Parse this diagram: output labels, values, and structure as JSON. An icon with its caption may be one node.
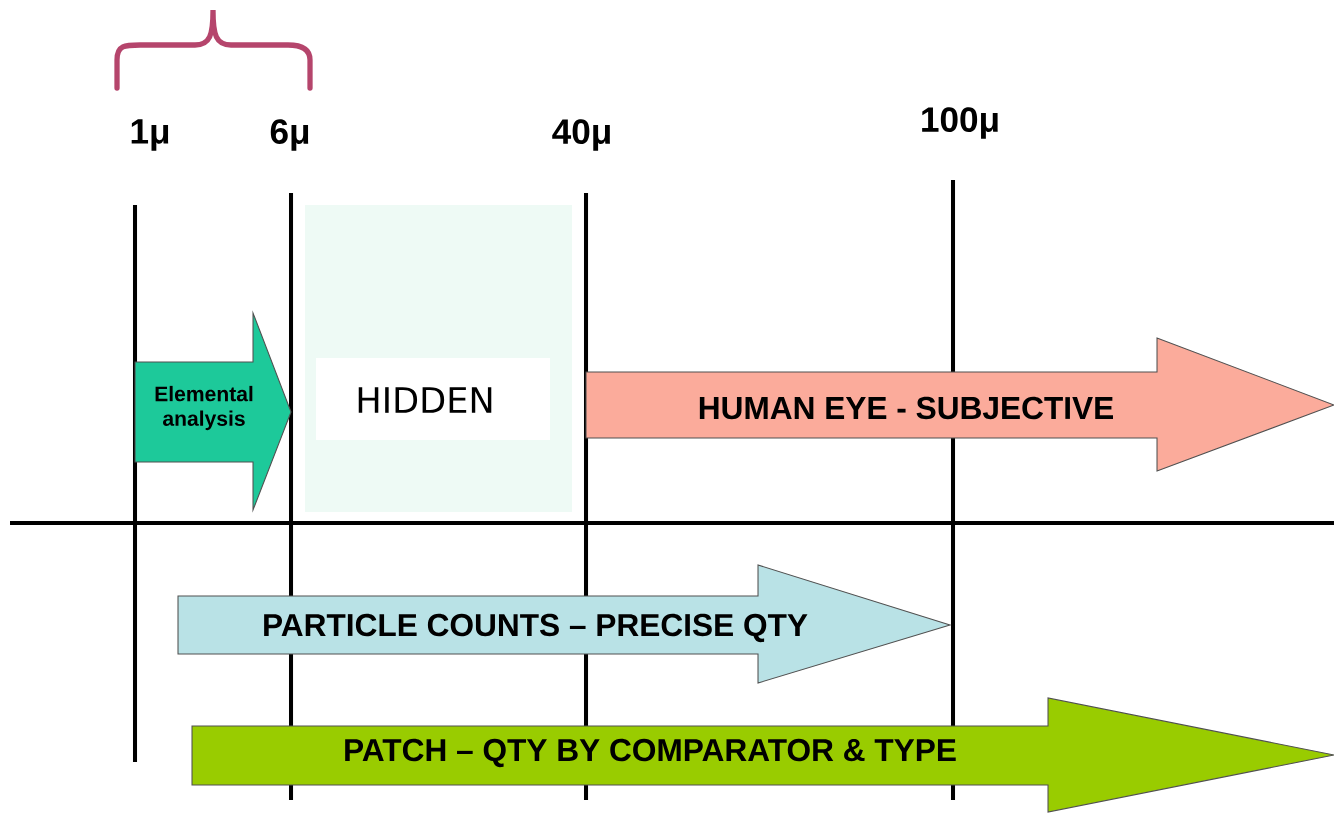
{
  "diagram": {
    "nodes": [
      {
        "text": [
          "Elemental analysis"
        ]
      },
      {
        "text": [
          "HIDDEN"
        ]
      },
      {
        "text": [
          "HUMAN EYE - SUBJECTIVE"
        ]
      },
      {
        "text": [
          "PARTICLE COUNTS – PRECISE QTY"
        ]
      },
      {
        "text": [
          "PATCH – QTY BY COMPARATOR & TYPE"
        ]
      }
    ],
    "labels": [
      "1μ",
      "6μ",
      "40μ",
      "100μ"
    ]
  }
}
